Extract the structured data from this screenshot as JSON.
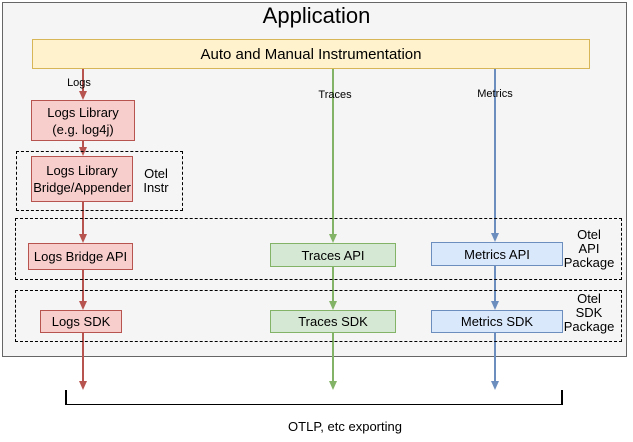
{
  "application": {
    "title": "Application",
    "instrumentation_label": "Auto and Manual Instrumentation"
  },
  "flow_labels": {
    "logs": "Logs",
    "traces": "Traces",
    "metrics": "Metrics"
  },
  "nodes": {
    "logs_library": {
      "line1": "Logs Library",
      "line2": "(e.g. log4j)"
    },
    "logs_library_bridge": {
      "line1": "Logs Library",
      "line2": "Bridge/Appender"
    },
    "logs_bridge_api": "Logs Bridge API",
    "traces_api": "Traces API",
    "metrics_api": "Metrics API",
    "logs_sdk": "Logs SDK",
    "traces_sdk": "Traces SDK",
    "metrics_sdk": "Metrics SDK"
  },
  "groups": {
    "otel_instr": {
      "line1": "Otel",
      "line2": "Instr"
    },
    "otel_api_package": {
      "line1": "Otel",
      "line2": "API",
      "line3": "Package"
    },
    "otel_sdk_package": {
      "line1": "Otel",
      "line2": "SDK",
      "line3": "Package"
    }
  },
  "footer": {
    "exporting_label": "OTLP, etc exporting"
  },
  "colors": {
    "logs_fill": "#F8CECC",
    "logs_stroke": "#B85450",
    "traces_fill": "#D5E8D4",
    "traces_stroke": "#82B366",
    "metrics_fill": "#DAE8FC",
    "metrics_stroke": "#6C8EBF",
    "instrumentation_fill": "#FFF2CC",
    "instrumentation_stroke": "#D6B656",
    "application_fill": "#F5F5F5",
    "application_stroke": "#666666"
  }
}
